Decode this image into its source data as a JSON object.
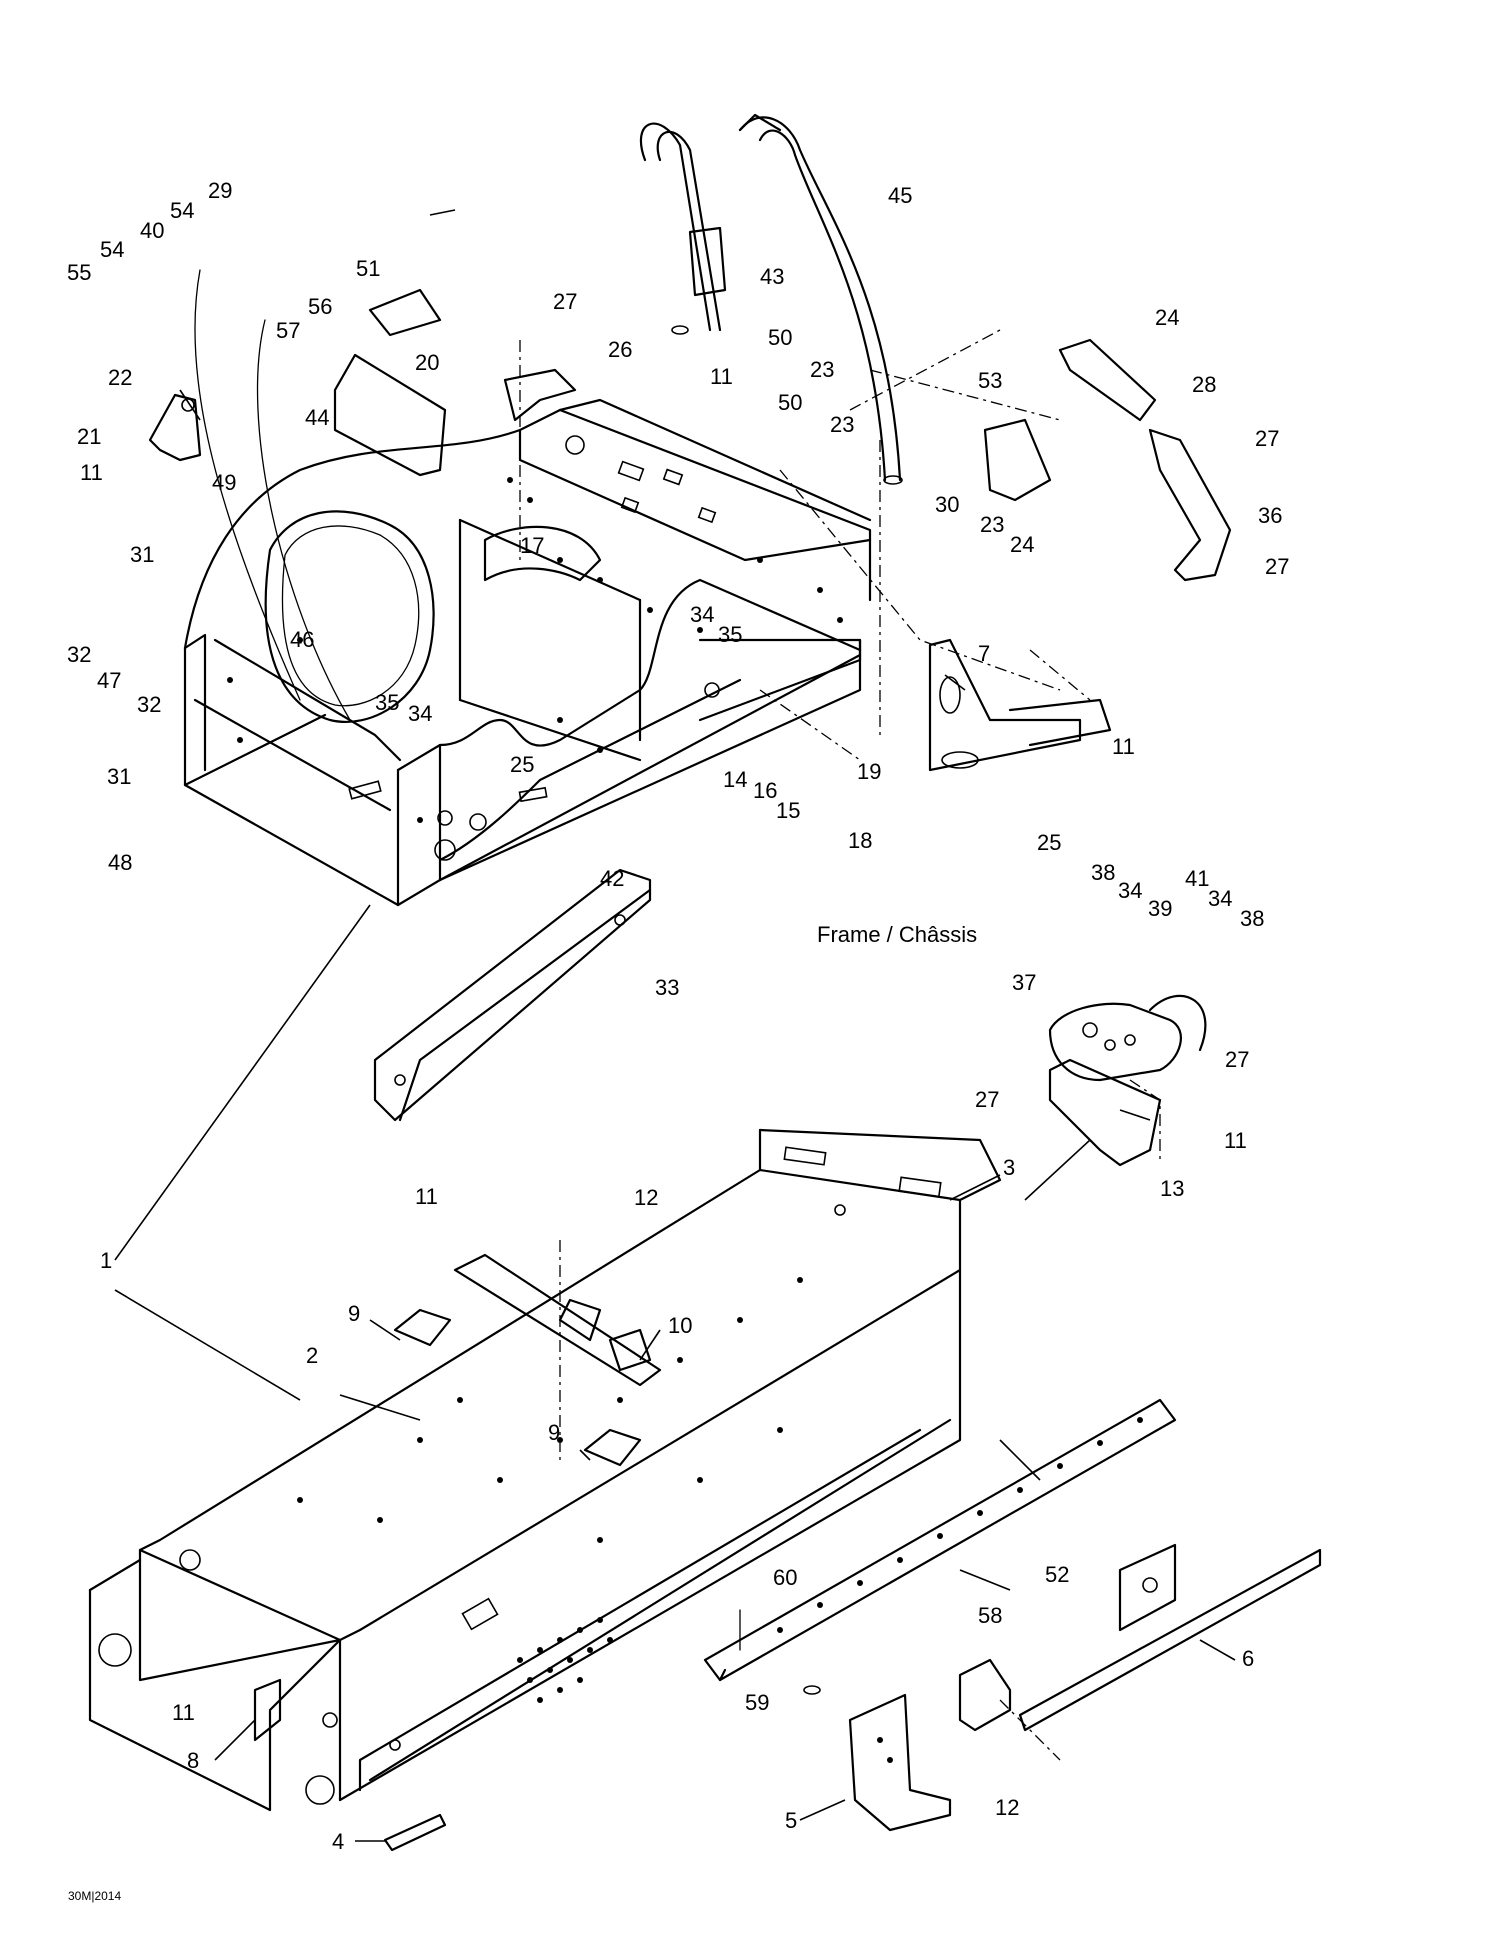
{
  "section_label": "Frame / Châssis",
  "figure_code": "30M|2014",
  "callouts": {
    "c1": "1",
    "c2": "2",
    "c3": "3",
    "c4": "4",
    "c5": "5",
    "c6": "6",
    "c7": "7",
    "c8": "8",
    "c9a": "9",
    "c9b": "9",
    "c10": "10",
    "c11a": "11",
    "c11b": "11",
    "c11c": "11",
    "c11d": "11",
    "c11e": "11",
    "c11f": "11",
    "c12a": "12",
    "c12b": "12",
    "c13": "13",
    "c14": "14",
    "c15": "15",
    "c16": "16",
    "c17": "17",
    "c18": "18",
    "c19": "19",
    "c20": "20",
    "c21": "21",
    "c22": "22",
    "c23a": "23",
    "c23b": "23",
    "c23c": "23",
    "c24a": "24",
    "c24b": "24",
    "c25a": "25",
    "c25b": "25",
    "c26": "26",
    "c27a": "27",
    "c27b": "27",
    "c27c": "27",
    "c27d": "27",
    "c27e": "27",
    "c28": "28",
    "c29": "29",
    "c30": "30",
    "c31a": "31",
    "c31b": "31",
    "c32a": "32",
    "c32b": "32",
    "c33": "33",
    "c34a": "34",
    "c34b": "34",
    "c34c": "34",
    "c34d": "34",
    "c35a": "35",
    "c35b": "35",
    "c36": "36",
    "c37": "37",
    "c38a": "38",
    "c38b": "38",
    "c39": "39",
    "c40": "40",
    "c41": "41",
    "c42": "42",
    "c43": "43",
    "c44": "44",
    "c45": "45",
    "c46": "46",
    "c47": "47",
    "c48": "48",
    "c49": "49",
    "c50a": "50",
    "c50b": "50",
    "c51": "51",
    "c52": "52",
    "c53": "53",
    "c54a": "54",
    "c54b": "54",
    "c55": "55",
    "c56": "56",
    "c57": "57",
    "c58": "58",
    "c59": "59",
    "c60": "60"
  }
}
